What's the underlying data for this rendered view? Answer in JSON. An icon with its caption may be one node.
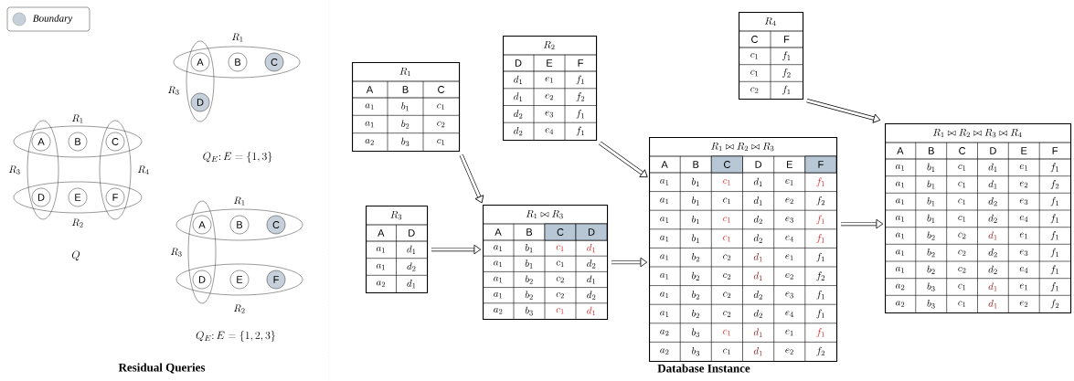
{
  "diagram": {
    "nodes": [
      {
        "text": [
          "R_1"
        ]
      },
      {
        "text": [
          "R_2"
        ]
      },
      {
        "text": [
          "R_3"
        ]
      },
      {
        "text": [
          "R_4"
        ]
      },
      {
        "text": [
          "A"
        ]
      },
      {
        "text": [
          "B"
        ],
        "in": 0
      },
      {
        "text": [
          "C"
        ]
      },
      {
        "text": [
          "D"
        ]
      },
      {
        "text": [
          "E"
        ],
        "in": 1
      },
      {
        "text": [
          "F"
        ]
      },
      {
        "text": [
          "R_1"
        ]
      },
      {
        "text": [
          "R_3"
        ]
      },
      {
        "text": [
          "A"
        ]
      },
      {
        "text": [
          "B"
        ],
        "in": 10
      },
      {
        "text": [
          "C"
        ],
        "in": 10
      },
      {
        "text": [
          "D"
        ],
        "in": 11
      },
      {
        "text": [
          "R_1"
        ]
      },
      {
        "text": [
          "R_2"
        ]
      },
      {
        "text": [
          "R_3"
        ]
      },
      {
        "text": [
          "A"
        ]
      },
      {
        "text": [
          "B"
        ],
        "in": 16
      },
      {
        "text": [
          "C"
        ],
        "in": 16
      },
      {
        "text": [
          "D"
        ]
      },
      {
        "text": [
          "E"
        ],
        "in": 17
      },
      {
        "text": [
          "F"
        ],
        "in": 17
      },
      {
        "text": [
          "R_1",
          "A",
          "B",
          "C",
          "a_1",
          "b_1",
          "c_1",
          "a_1",
          "b_2",
          "c_2",
          "a_2",
          "b_3",
          "c_1"
        ]
      },
      {
        "text": [
          "R_2",
          "D",
          "E",
          "F",
          "d_1",
          "e_1",
          "f_1",
          "d_1",
          "e_2",
          "f_2",
          "d_2",
          "e_3",
          "f_1",
          "d_2",
          "e_4",
          "f_1"
        ]
      },
      {
        "text": [
          "R_4",
          "C",
          "F",
          "c_1",
          "f_1",
          "c_1",
          "f_2",
          "c_2",
          "f_1"
        ]
      },
      {
        "text": [
          "R_3",
          "A",
          "D",
          "a_1",
          "d_1",
          "a_1",
          "d_2",
          "a_2",
          "d_1"
        ]
      },
      {
        "text": [
          "R_1 \\bowtie R_3",
          "A",
          "B",
          "C",
          "D",
          "a_1",
          "b_1",
          "c_1",
          "d_1",
          "a_1",
          "b_1",
          "c_1",
          "d_2",
          "a_1",
          "b_2",
          "c_2",
          "d_1",
          "a_1",
          "b_2",
          "c_2",
          "d_2",
          "a_2",
          "b_3",
          "c_1",
          "d_1"
        ]
      },
      {
        "text": [
          "R_1 \\bowtie R_2 \\bowtie R_3",
          "A",
          "B",
          "C",
          "D",
          "E",
          "F",
          "a_1",
          "b_1",
          "c_1",
          "d_1",
          "e_1",
          "f_1",
          "a_1",
          "b_1",
          "c_1",
          "d_1",
          "e_2",
          "f_2",
          "a_1",
          "b_1",
          "c_1",
          "d_2",
          "e_3",
          "f_1",
          "a_1",
          "b_1",
          "c_1",
          "d_2",
          "e_4",
          "f_1",
          "a_1",
          "b_2",
          "c_2",
          "d_1",
          "e_1",
          "f_1",
          "a_1",
          "b_2",
          "c_2",
          "d_1",
          "e_2",
          "f_2",
          "a_1",
          "b_2",
          "c_2",
          "d_2",
          "e_3",
          "f_1",
          "a_1",
          "b_2",
          "c_2",
          "d_2",
          "e_4",
          "f_1",
          "a_2",
          "b_3",
          "c_1",
          "d_1",
          "e_1",
          "f_1",
          "a_2",
          "b_3",
          "c_1",
          "d_1",
          "e_2",
          "f_2"
        ]
      },
      {
        "text": [
          "R_1 \\bowtie R_2 \\bowtie R_3 \\bowtie R_4",
          "A",
          "B",
          "C",
          "D",
          "E",
          "F",
          "a_1",
          "b_1",
          "c_1",
          "d_1",
          "e_1",
          "f_1",
          "a_1",
          "b_1",
          "c_1",
          "d_1",
          "e_2",
          "f_2",
          "a_1",
          "b_1",
          "c_1",
          "d_2",
          "e_3",
          "f_1",
          "a_1",
          "b_1",
          "c_1",
          "d_2",
          "e_4",
          "f_1",
          "a_1",
          "b_2",
          "c_2",
          "d_1",
          "e_1",
          "f_1",
          "a_1",
          "b_2",
          "c_2",
          "d_2",
          "e_3",
          "f_1",
          "a_1",
          "b_2",
          "c_2",
          "d_2",
          "e_4",
          "f_1",
          "a_2",
          "b_3",
          "c_1",
          "d_1",
          "e_1",
          "f_1",
          "a_2",
          "b_3",
          "c_1",
          "d_1",
          "e_2",
          "f_2"
        ]
      }
    ],
    "edges": [
      {
        "from": 25,
        "to": 29,
        "arrow": "to"
      },
      {
        "from": 28,
        "to": 29,
        "arrow": "to"
      },
      {
        "from": 29,
        "to": 30,
        "arrow": "to"
      },
      {
        "from": 26,
        "to": 30,
        "arrow": "to"
      },
      {
        "from": 30,
        "to": 31,
        "arrow": "to"
      },
      {
        "from": 27,
        "to": 31,
        "arrow": "to"
      }
    ],
    "labels": [
      "Q",
      "Q_E\\colon E=\\{1,3\\}",
      "Q_E\\colon E=\\{1,2,3\\}",
      "Residual Queries",
      "Database Instance"
    ],
    "legend": [
      {
        "text": "Boundary",
        "color": "#c5d0da"
      }
    ]
  }
}
